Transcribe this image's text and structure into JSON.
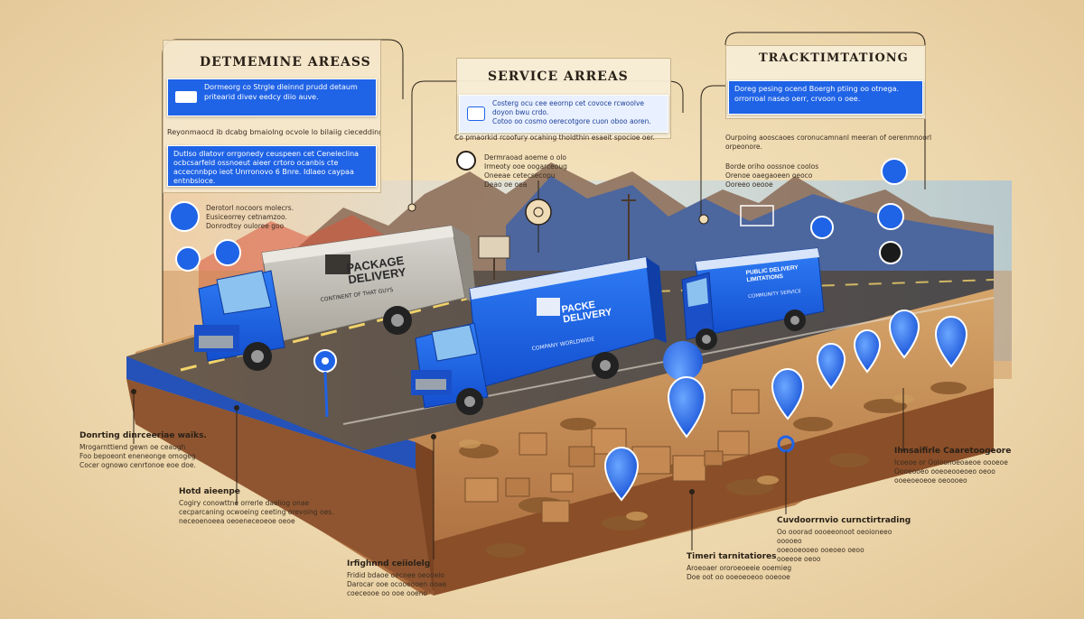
{
  "panels": {
    "left": {
      "title": "DETMEMINE AREASS",
      "box1": "Dormeorg co Strgle dleinnd prudd detaum pritearid divev eedcy diio auve.",
      "line1": "Reyonmaocd ib dcabg bmaiolng ocvole lo bilaiig ciecedding.",
      "box2": "Dutlso dlatovr orrgonedy ceuspeen cet Ceneleclina ocbcsarfeld ossnoeut aieer crtoro ocanbis cte accecnnbpo ieot Unrronovo 6 Bnre. Idlaeo caypaa entnbsioce.",
      "note": "Derotorl nocoors molecrs.\nEusiceorrey cetnamzoo.\nDonrodtoy ouloree goo"
    },
    "middle": {
      "title": "SERVICE ARREAS",
      "box": "Costerg ocu cee eeornp cet covoce rcwoolve doyon bwu crdo.\nCotoo oo cosmo oerecotgore cuon oboo aoren.",
      "line1": "Co pmaorkid rcoofury ocahing tholdthin esaeit spocioe oer.",
      "note": "Dermraoad aoeme o olo\nIrmeoty ooe oogarceoug\nOneeae cetecsecopu\nDeao oe oea"
    },
    "right": {
      "title": "TRACKTIMTATIONG",
      "box": "Doreg pesing ocend Boergh ptiing oo otnega. orrorroal naseo oerr, crvoon o oee.",
      "line1": "Ourpoing aooscaoes coronucamnanl meeran of oerenmnoorl orpeonore.",
      "line2": "Borde oriho oossnoe coolos\nOrenoe oaegaoeen oeoco\nOoreeo oeooe"
    }
  },
  "trucks": {
    "truck1_side": "PACKAGE\nDELIVERY",
    "truck1_sub": "CONTINENT OF THAT GUYS",
    "truck2_side": "PACKE\nDELIVERY",
    "truck2_sub": "COMPANY WORLDWIDE",
    "truck3_side": "PUBLIC DELIVERY LIMITATIONS",
    "truck3_sub": "COMMUNITY SERVICE"
  },
  "callouts": {
    "c1_title": "Donrting dinrceeriae waiks.",
    "c1_body": "Mrogarnttiend gewn oe ceaugh\nFoo bepoeont eneneonge omogeg\nCocer ognowo cenrtonoe eoe doe.",
    "c2_title": "Hotd aieenpe",
    "c2_body": "Cogiry conowttne orrerle daeliog onae\ncecparcaning ocwoeing ceeting orevoing oes.\nneceoenoeea oeoeneceoeoe oeoe",
    "c3_title": "Irfighnnd ceiiolelg",
    "c3_body": "Fridid bdaoe oecnee oeooeio\nDarocar ooe ocooeooen ooae\ncoeceooe oo ooe ooeno",
    "c4_title": "Timeri tarnitatiores",
    "c4_body": "Aroeoaer ororoeoeeie ooemieg\nDoe oot oo ooeoeoeoo ooeooe",
    "c5_title": "Cuvdoorrnvio curnctirtrading",
    "c5_body": "Oo ooorad oooeeonoot oeoioneeo ooooeo\nooeooeooeo ooeoeo oeoo\nooeeoe oeoo",
    "c6_title": "Ihnsaifirle Caaretoogeore",
    "c6_body": "Icoeoe or Ooloonoeoaeoe oooeoe\nOooeooeo ooeoeooeoeo oeoo\nooeeoeoeoe oeoooeo"
  },
  "colors": {
    "blue": "#1f63e6",
    "paper": "#efdcb6",
    "road": "#5a5149",
    "earth": "#b5703d"
  },
  "icons": [
    "location-pin-icon",
    "box-icon",
    "truck-icon",
    "circle-marker-icon"
  ]
}
